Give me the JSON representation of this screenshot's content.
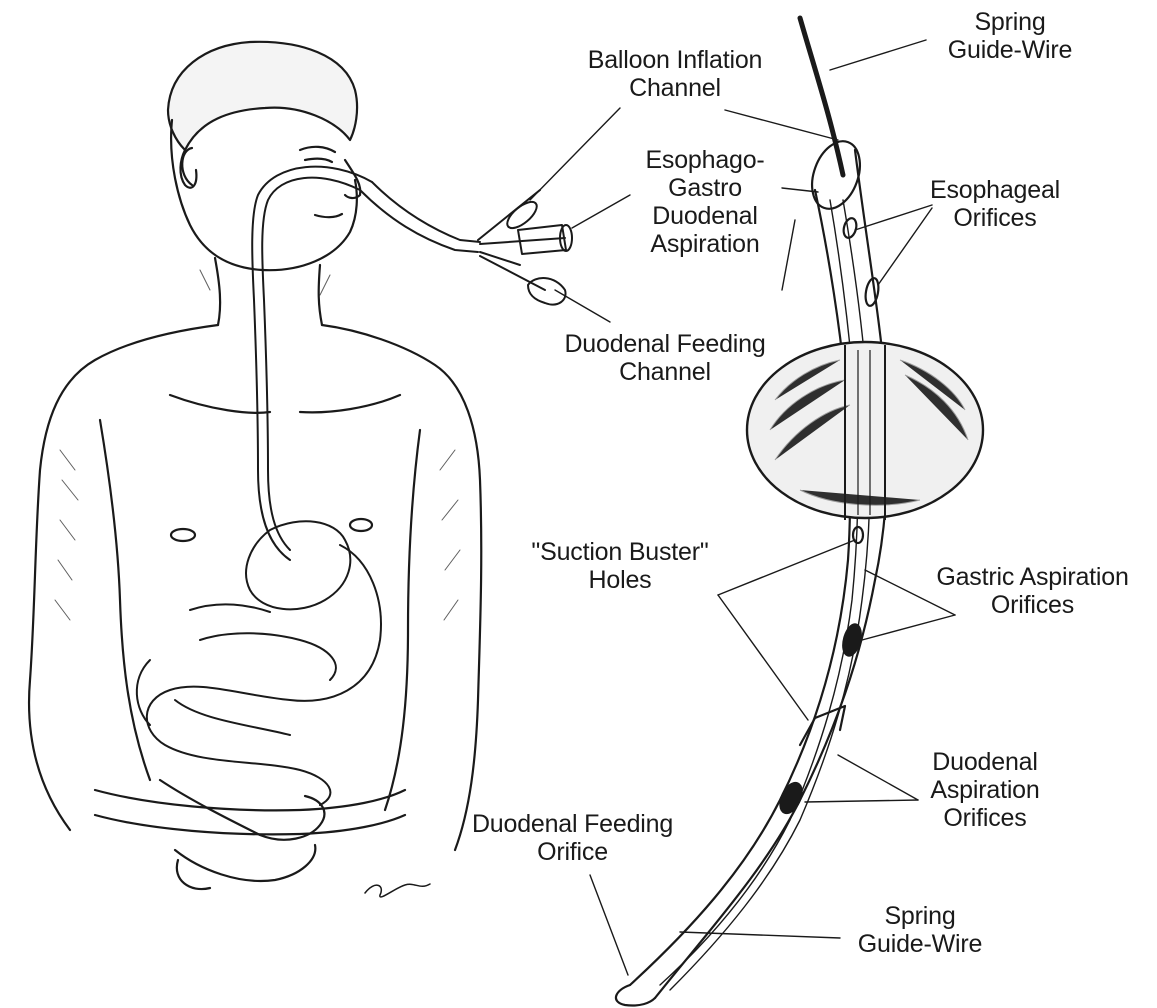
{
  "labels": {
    "spring_guidewire_top": [
      "Spring",
      "Guide-Wire"
    ],
    "balloon_inflation": [
      "Balloon Inflation",
      "Channel"
    ],
    "egd_aspiration": [
      "Esophago-",
      "Gastro",
      "Duodenal",
      "Aspiration"
    ],
    "esophageal_orifices": [
      "Esophageal",
      "Orifices"
    ],
    "duodenal_feeding_channel": [
      "Duodenal Feeding",
      "Channel"
    ],
    "suction_buster": [
      "\"Suction Buster\"",
      "Holes"
    ],
    "gastric_aspiration": [
      "Gastric Aspiration",
      "Orifices"
    ],
    "duodenal_aspiration": [
      "Duodenal",
      "Aspiration",
      "Orifices"
    ],
    "duodenal_feeding_orifice": [
      "Duodenal Feeding",
      "Orifice"
    ],
    "spring_guidewire_bottom": [
      "Spring",
      "Guide-Wire"
    ]
  },
  "colors": {
    "ink": "#1a1a1a",
    "background": "#ffffff",
    "balloon_shade": "#d8d8d8"
  }
}
